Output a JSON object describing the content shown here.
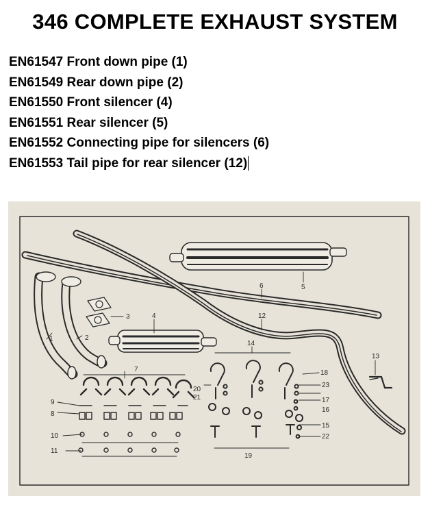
{
  "page": {
    "title": "346 COMPLETE EXHAUST SYSTEM"
  },
  "parts": [
    "EN61547 Front down pipe (1)",
    "EN61549 Rear down pipe (2)",
    "EN61550 Front silencer (4)",
    "EN61551 Rear silencer (5)",
    "EN61552 Connecting pipe for silencers (6)",
    "EN61553 Tail pipe for rear silencer (12)"
  ],
  "diagram": {
    "callouts": {
      "c1": "1",
      "c2": "2",
      "c3": "3",
      "c4": "4",
      "c5": "5",
      "c6": "6",
      "c7": "7",
      "c8": "8",
      "c9": "9",
      "c10": "10",
      "c11": "11",
      "c12": "12",
      "c13": "13",
      "c14": "14",
      "c15": "15",
      "c16": "16",
      "c17": "17",
      "c18": "18",
      "c19": "19",
      "c20": "20",
      "c21": "21",
      "c22": "22",
      "c23": "23"
    },
    "colors": {
      "paper": "#e7e3d8",
      "ink": "#2a2a2a"
    }
  }
}
